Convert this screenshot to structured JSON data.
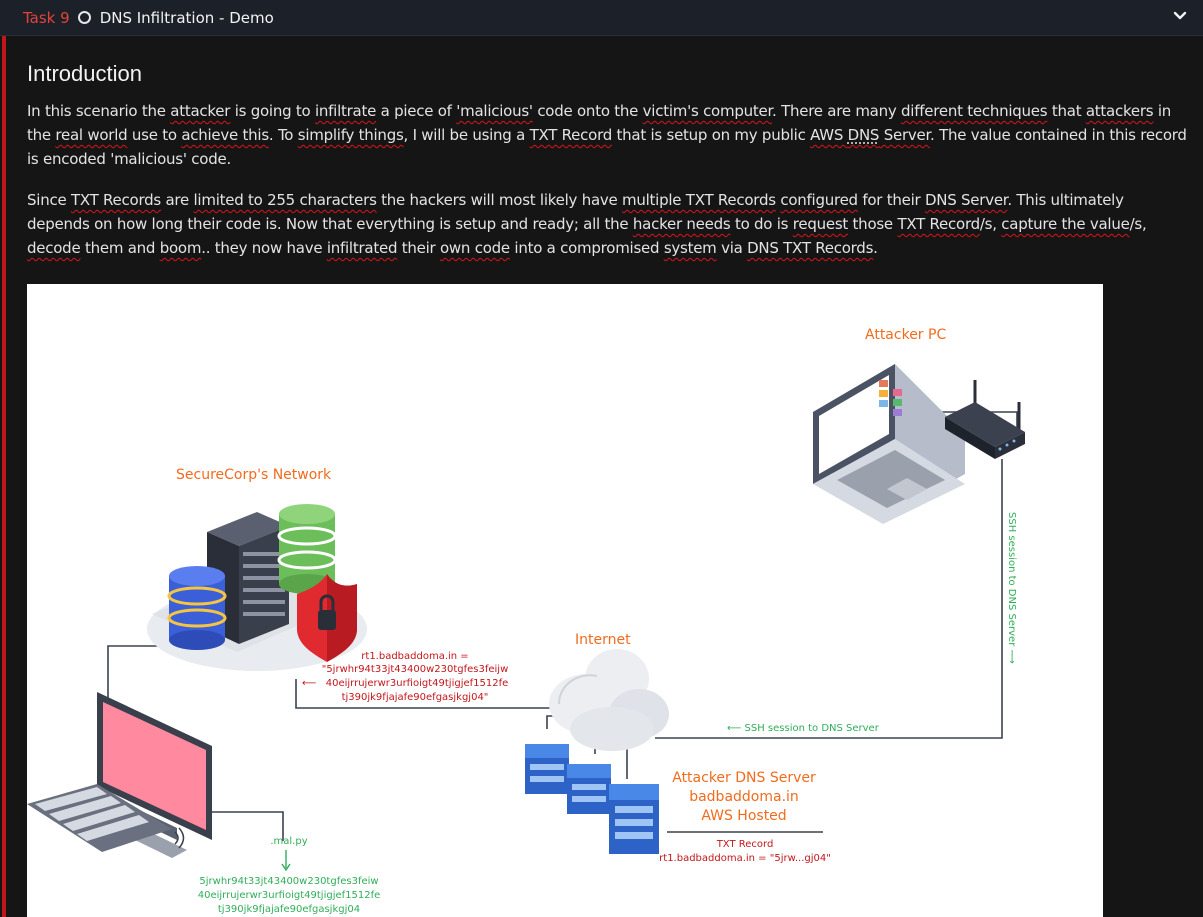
{
  "task": {
    "number_label": "Task 9",
    "title": "DNS Infiltration - Demo"
  },
  "section": {
    "heading": "Introduction",
    "paragraph1": {
      "s1": "In this scenario the ",
      "w1": "attacker",
      "s2": " is going to ",
      "w2": "infiltrate",
      "s3": " a piece of ",
      "w3": "'malicious'",
      "s4": " code onto the ",
      "w4": "victim's computer",
      "s5": ". There are many ",
      "w5": "different techniques",
      "s6": " that ",
      "w6": "attackers",
      "s7": " in the ",
      "w7": "real world",
      "s8": " use to ",
      "w8": "achieve this",
      "s9": ". To ",
      "w9": "simplify things",
      "s10": ", I will be using a ",
      "w10": "TXT Record",
      "s11": " that is setup on my public ",
      "w11a": "AWS ",
      "w11b": "DNS",
      "w11c": " Server",
      "s12": ". The value contained in this record is encoded 'malicious' code."
    },
    "paragraph2": {
      "s1": "Since ",
      "w1": "TXT Records",
      "s2": " are ",
      "w2": "limited to 255 characters",
      "s3": " the hackers will most likely have ",
      "w3": "multiple TXT Records",
      "s4": " ",
      "w4": "configured",
      "s5": " for their ",
      "w5": "DNS Server",
      "s6": ". This ultimately depends on how long their code is. Now that everything is setup and ready; all the ",
      "w6": "hacker needs",
      "s7": " to do is ",
      "w7": "request",
      "s8": " those ",
      "w8": "TXT Record",
      "s9": "/s, ",
      "w9": "capture the value",
      "s10": "/s, ",
      "w10": "decode",
      "s11": " them and ",
      "w11": "boom",
      "s12": ".. they now have ",
      "w12": "infiltrated",
      "s13": " their ",
      "w13": "own code",
      "s14": " into a compromised ",
      "w14": "system",
      "s15": " via ",
      "w15": "DNS TXT Records",
      "s16": "."
    }
  },
  "diagram": {
    "attacker_pc": "Attacker PC",
    "securecorp": "SecureCorp's Network",
    "internet": "Internet",
    "dns_server_line1": "Attacker DNS Server",
    "dns_server_line2": "badbaddoma.in",
    "dns_server_line3": "AWS Hosted",
    "ssh_vertical": "SSH session to DNS Server ⟶",
    "ssh_horizontal": "⟵ SSH session to DNS Server",
    "response_line1": "rt1.badbaddoma.in =",
    "response_line2": "\"5jrwhr94t33jt43400w230tgfes3feijw",
    "response_line3": "40eijrrujerwr3urfioigt49tjigjef1512fe",
    "response_line4": "tj390jk9fjajafe90efgasjkgj04\"",
    "response_arrow": "⟵",
    "txt_record_title": "TXT Record",
    "txt_record_value": "rt1.badbaddoma.in = \"5jrw...gj04\"",
    "mal_file": ".mal.py",
    "mal_line1": "5jrwhr94t33jt43400w230tgfes3feiw",
    "mal_line2": "40eijrrujerwr3urfioigt49tjigjef1512fe",
    "mal_line3": "tj390jk9fjajafe90efgasjkgj04"
  },
  "colors": {
    "accent_red": "#c0171d",
    "orange": "#f26b1d",
    "green": "#2fae5a",
    "header_bg": "#1c2129",
    "page_bg": "#151515"
  }
}
